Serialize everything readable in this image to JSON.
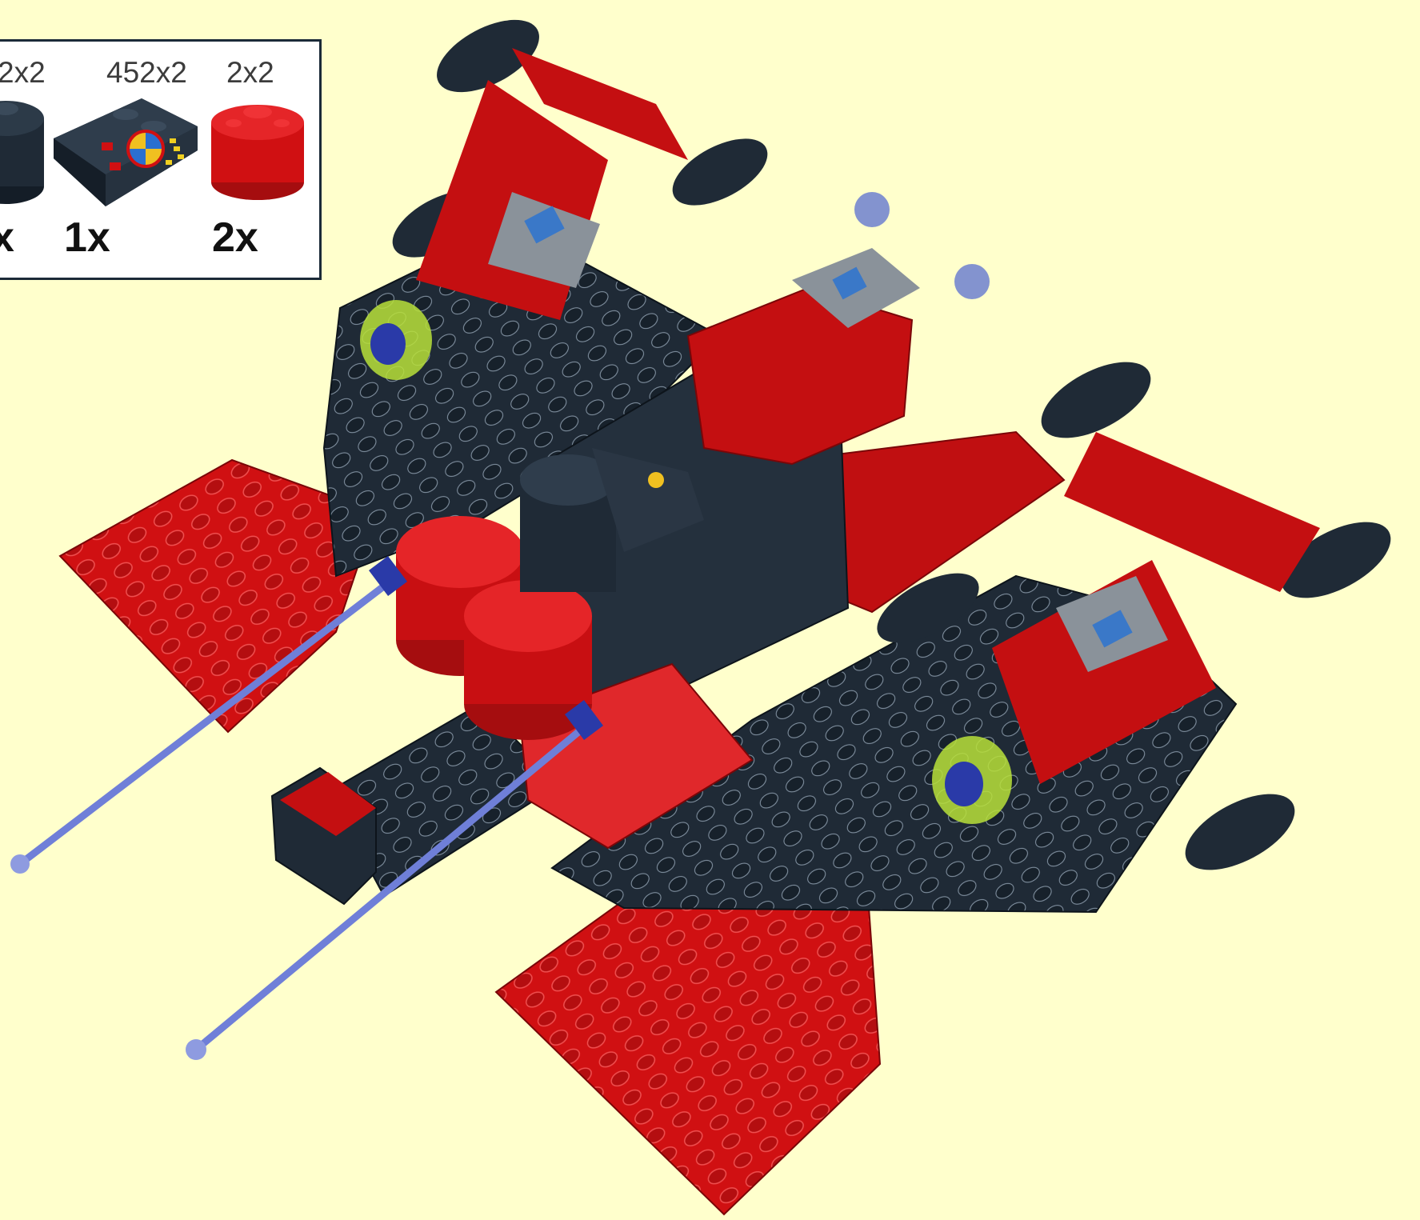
{
  "callout": {
    "parts": [
      {
        "size": "2x2",
        "qty": "x",
        "color": "#1f2a36",
        "icon": "round-brick-icon"
      },
      {
        "size": "452x2",
        "qty": "1x",
        "color": "#1f2a36",
        "icon": "slope-computer-brick-icon"
      },
      {
        "size": "2x2",
        "qty": "2x",
        "color": "#d01012",
        "icon": "round-brick-icon"
      }
    ]
  },
  "colors": {
    "background": "#ffffcc",
    "black_part": "#1f2a36",
    "red_part": "#d01012",
    "trans_blue": "#5a6fd0",
    "trans_green": "#b8e03a"
  }
}
